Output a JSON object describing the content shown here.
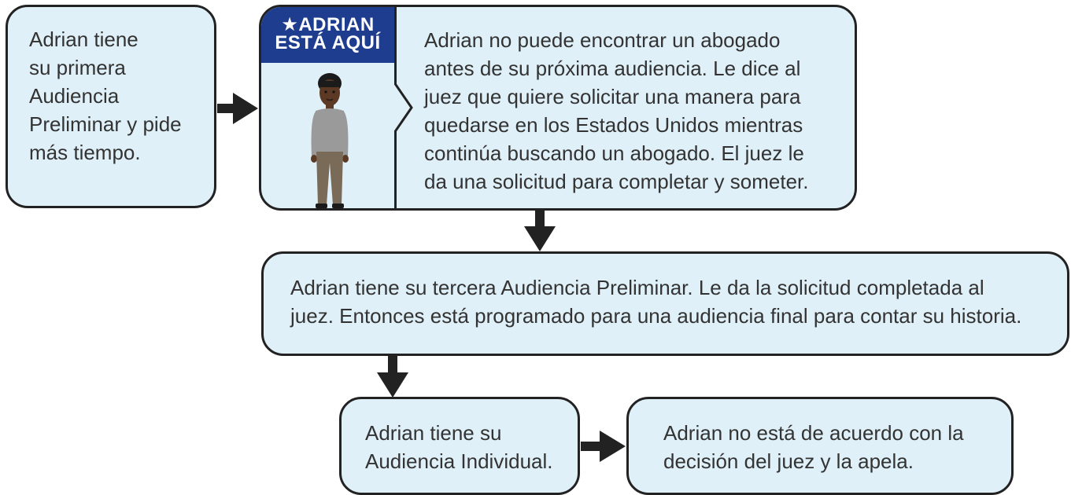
{
  "colors": {
    "box_fill": "#dff0f8",
    "box_border": "#222222",
    "badge_fill": "#1e3d8f",
    "badge_text": "#ffffff",
    "text": "#333333"
  },
  "steps": {
    "step1": {
      "text": "Adrian tiene\nsu primera\nAudiencia\nPreliminar y pide\nmás tiempo."
    },
    "step2": {
      "badge": "★ADRIAN\nESTÁ AQUÍ",
      "character": "adrian-figure",
      "text": "Adrian no puede encontrar un abogado\nantes de su próxima audiencia. Le dice al\njuez que quiere solicitar una manera para\nquedarse en los Estados Unidos mientras\ncontinúa buscando un abogado. El juez le\nda una solicitud para completar y someter."
    },
    "step3": {
      "text": "Adrian tiene su tercera Audiencia Preliminar. Le da la solicitud completada al\njuez. Entonces está programado para una audiencia final para contar su historia."
    },
    "step4": {
      "text": "Adrian tiene su\nAudiencia Individual."
    },
    "step5": {
      "text": "Adrian no está de acuerdo con la\ndecisión del juez y la apela."
    }
  }
}
